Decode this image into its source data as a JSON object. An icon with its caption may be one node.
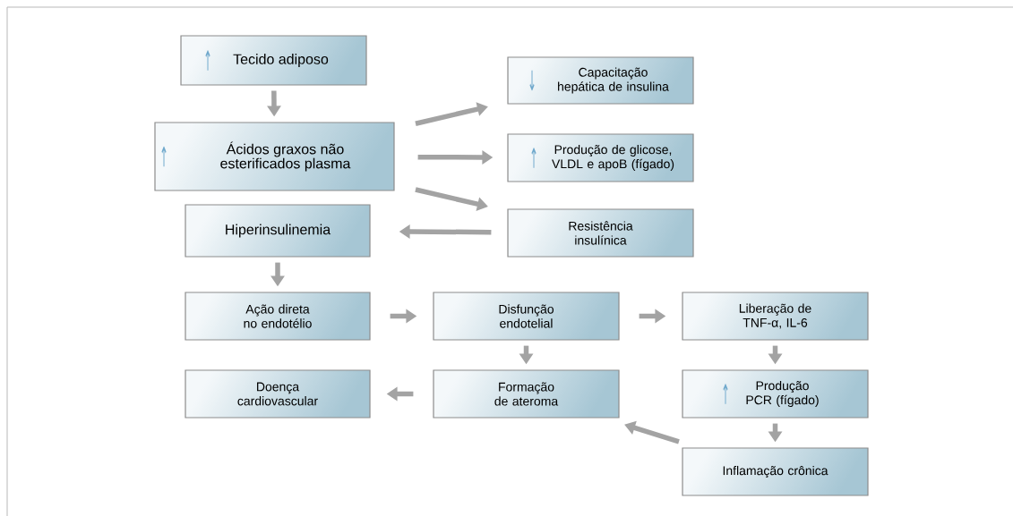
{
  "diagram": {
    "nodes": [
      {
        "text": [
          "↑",
          "Tecido adiposo"
        ]
      },
      {
        "text": [
          "↑",
          "Ácidos graxos não esterificados plasma"
        ]
      },
      {
        "text": [
          "Hiperinsulinemia"
        ]
      },
      {
        "text": [
          "↓",
          "Capacitação hepática de insulina"
        ]
      },
      {
        "text": [
          "↑",
          "Produção de glicose, VLDL e apoB (fígado)"
        ]
      },
      {
        "text": [
          "Resistência insulínica"
        ]
      },
      {
        "text": [
          "Ação direta no endotélio"
        ]
      },
      {
        "text": [
          "Disfunção endotelial"
        ]
      },
      {
        "text": [
          "Liberação de TNF-α, IL-6"
        ]
      },
      {
        "text": [
          "Doença cardiovascular"
        ]
      },
      {
        "text": [
          "Formação de ateroma"
        ]
      },
      {
        "text": [
          "↑",
          "Produção PCR (fígado)"
        ]
      },
      {
        "text": [
          "Inflamação crônica"
        ]
      }
    ],
    "edges": [
      {
        "from": 0,
        "to": 1,
        "arrow": "to"
      },
      {
        "from": 1,
        "to": 3,
        "arrow": "to"
      },
      {
        "from": 1,
        "to": 4,
        "arrow": "to"
      },
      {
        "from": 1,
        "to": 5,
        "arrow": "to"
      },
      {
        "from": 5,
        "to": 2,
        "arrow": "to"
      },
      {
        "from": 2,
        "to": 6,
        "arrow": "to"
      },
      {
        "from": 6,
        "to": 7,
        "arrow": "to"
      },
      {
        "from": 7,
        "to": 8,
        "arrow": "to"
      },
      {
        "from": 7,
        "to": 10,
        "arrow": "to"
      },
      {
        "from": 8,
        "to": 11,
        "arrow": "to"
      },
      {
        "from": 11,
        "to": 12,
        "arrow": "to"
      },
      {
        "from": 12,
        "to": 10,
        "arrow": "to"
      },
      {
        "from": 10,
        "to": 9,
        "arrow": "to"
      }
    ]
  }
}
